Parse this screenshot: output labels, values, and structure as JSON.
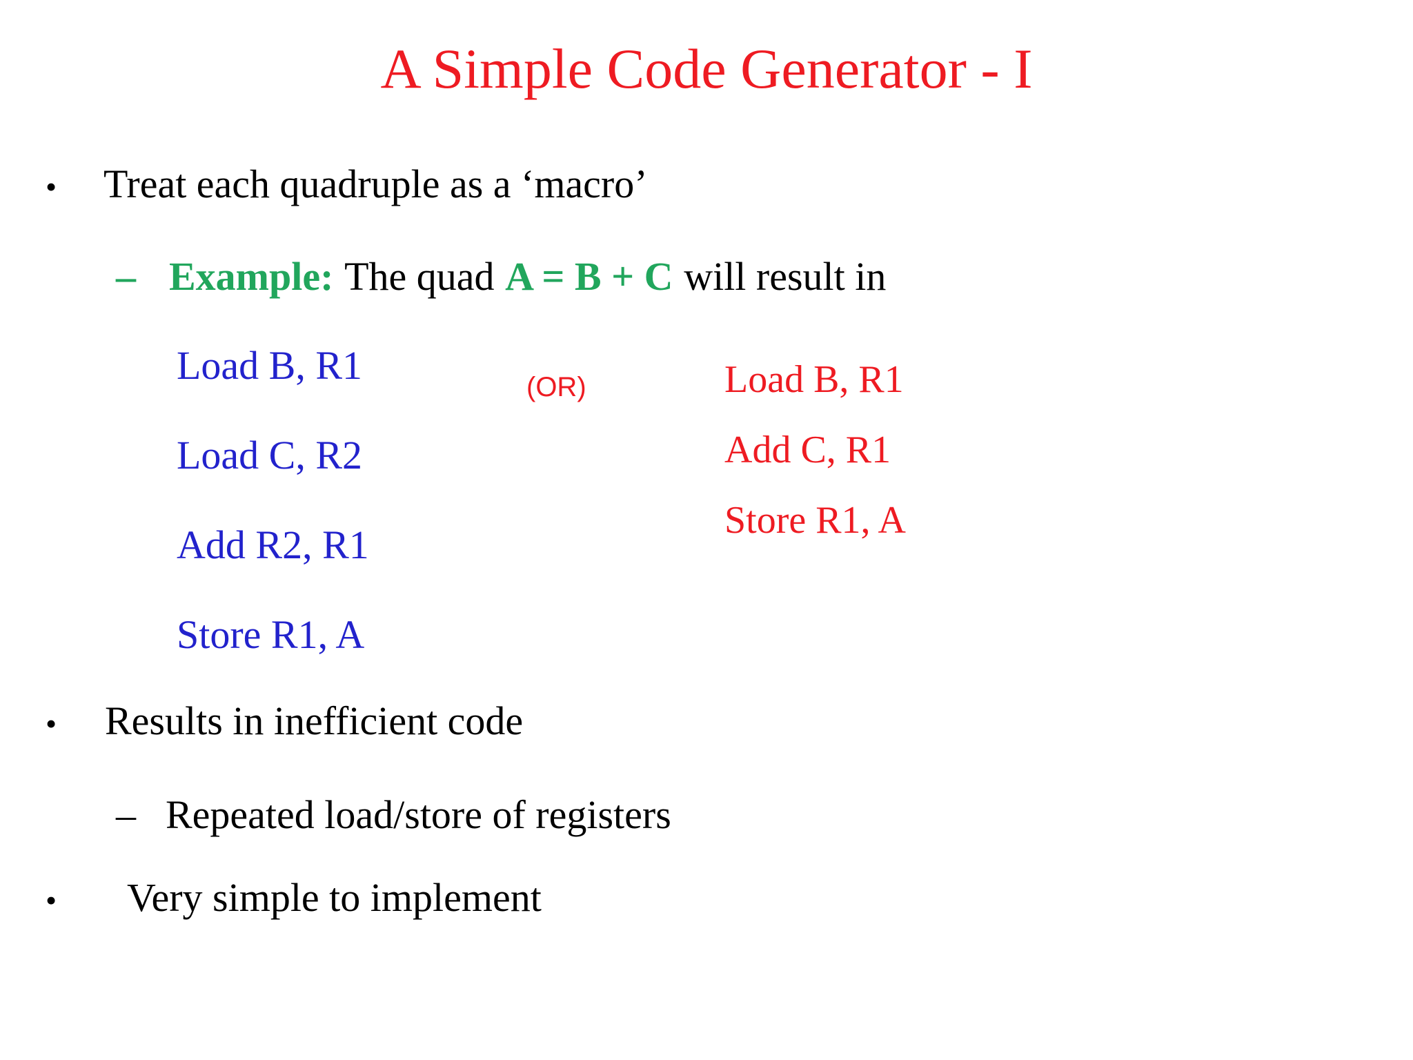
{
  "slide": {
    "title": "A Simple Code Generator - I",
    "bullets": {
      "treat": {
        "marker": "•",
        "text": "Treat each quadruple as a ‘macro’"
      },
      "results": {
        "marker": "•",
        "text": "Results in inefficient code"
      },
      "repeated": {
        "marker": "–",
        "text": "Repeated load/store of registers"
      },
      "simple": {
        "marker": "•",
        "text": "Very simple to implement"
      }
    },
    "example": {
      "marker": "–",
      "label": "Example:",
      "mid": "The quad",
      "quad": "A = B + C",
      "tail": "will result in"
    },
    "macro_expansion": {
      "lines": [
        "Load B, R1",
        "Load C, R2",
        "Add R2, R1",
        "Store R1, A"
      ]
    },
    "or_label": "(OR)",
    "optimized_expansion": {
      "lines": [
        "Load B, R1",
        "Add C, R1",
        "Store R1, A"
      ]
    },
    "colors": {
      "title_red": "#ee1b22",
      "code_red": "#ee1b22",
      "code_blue": "#2222cc",
      "accent_green": "#21a65c",
      "body_black": "#000000",
      "background": "#ffffff"
    }
  }
}
